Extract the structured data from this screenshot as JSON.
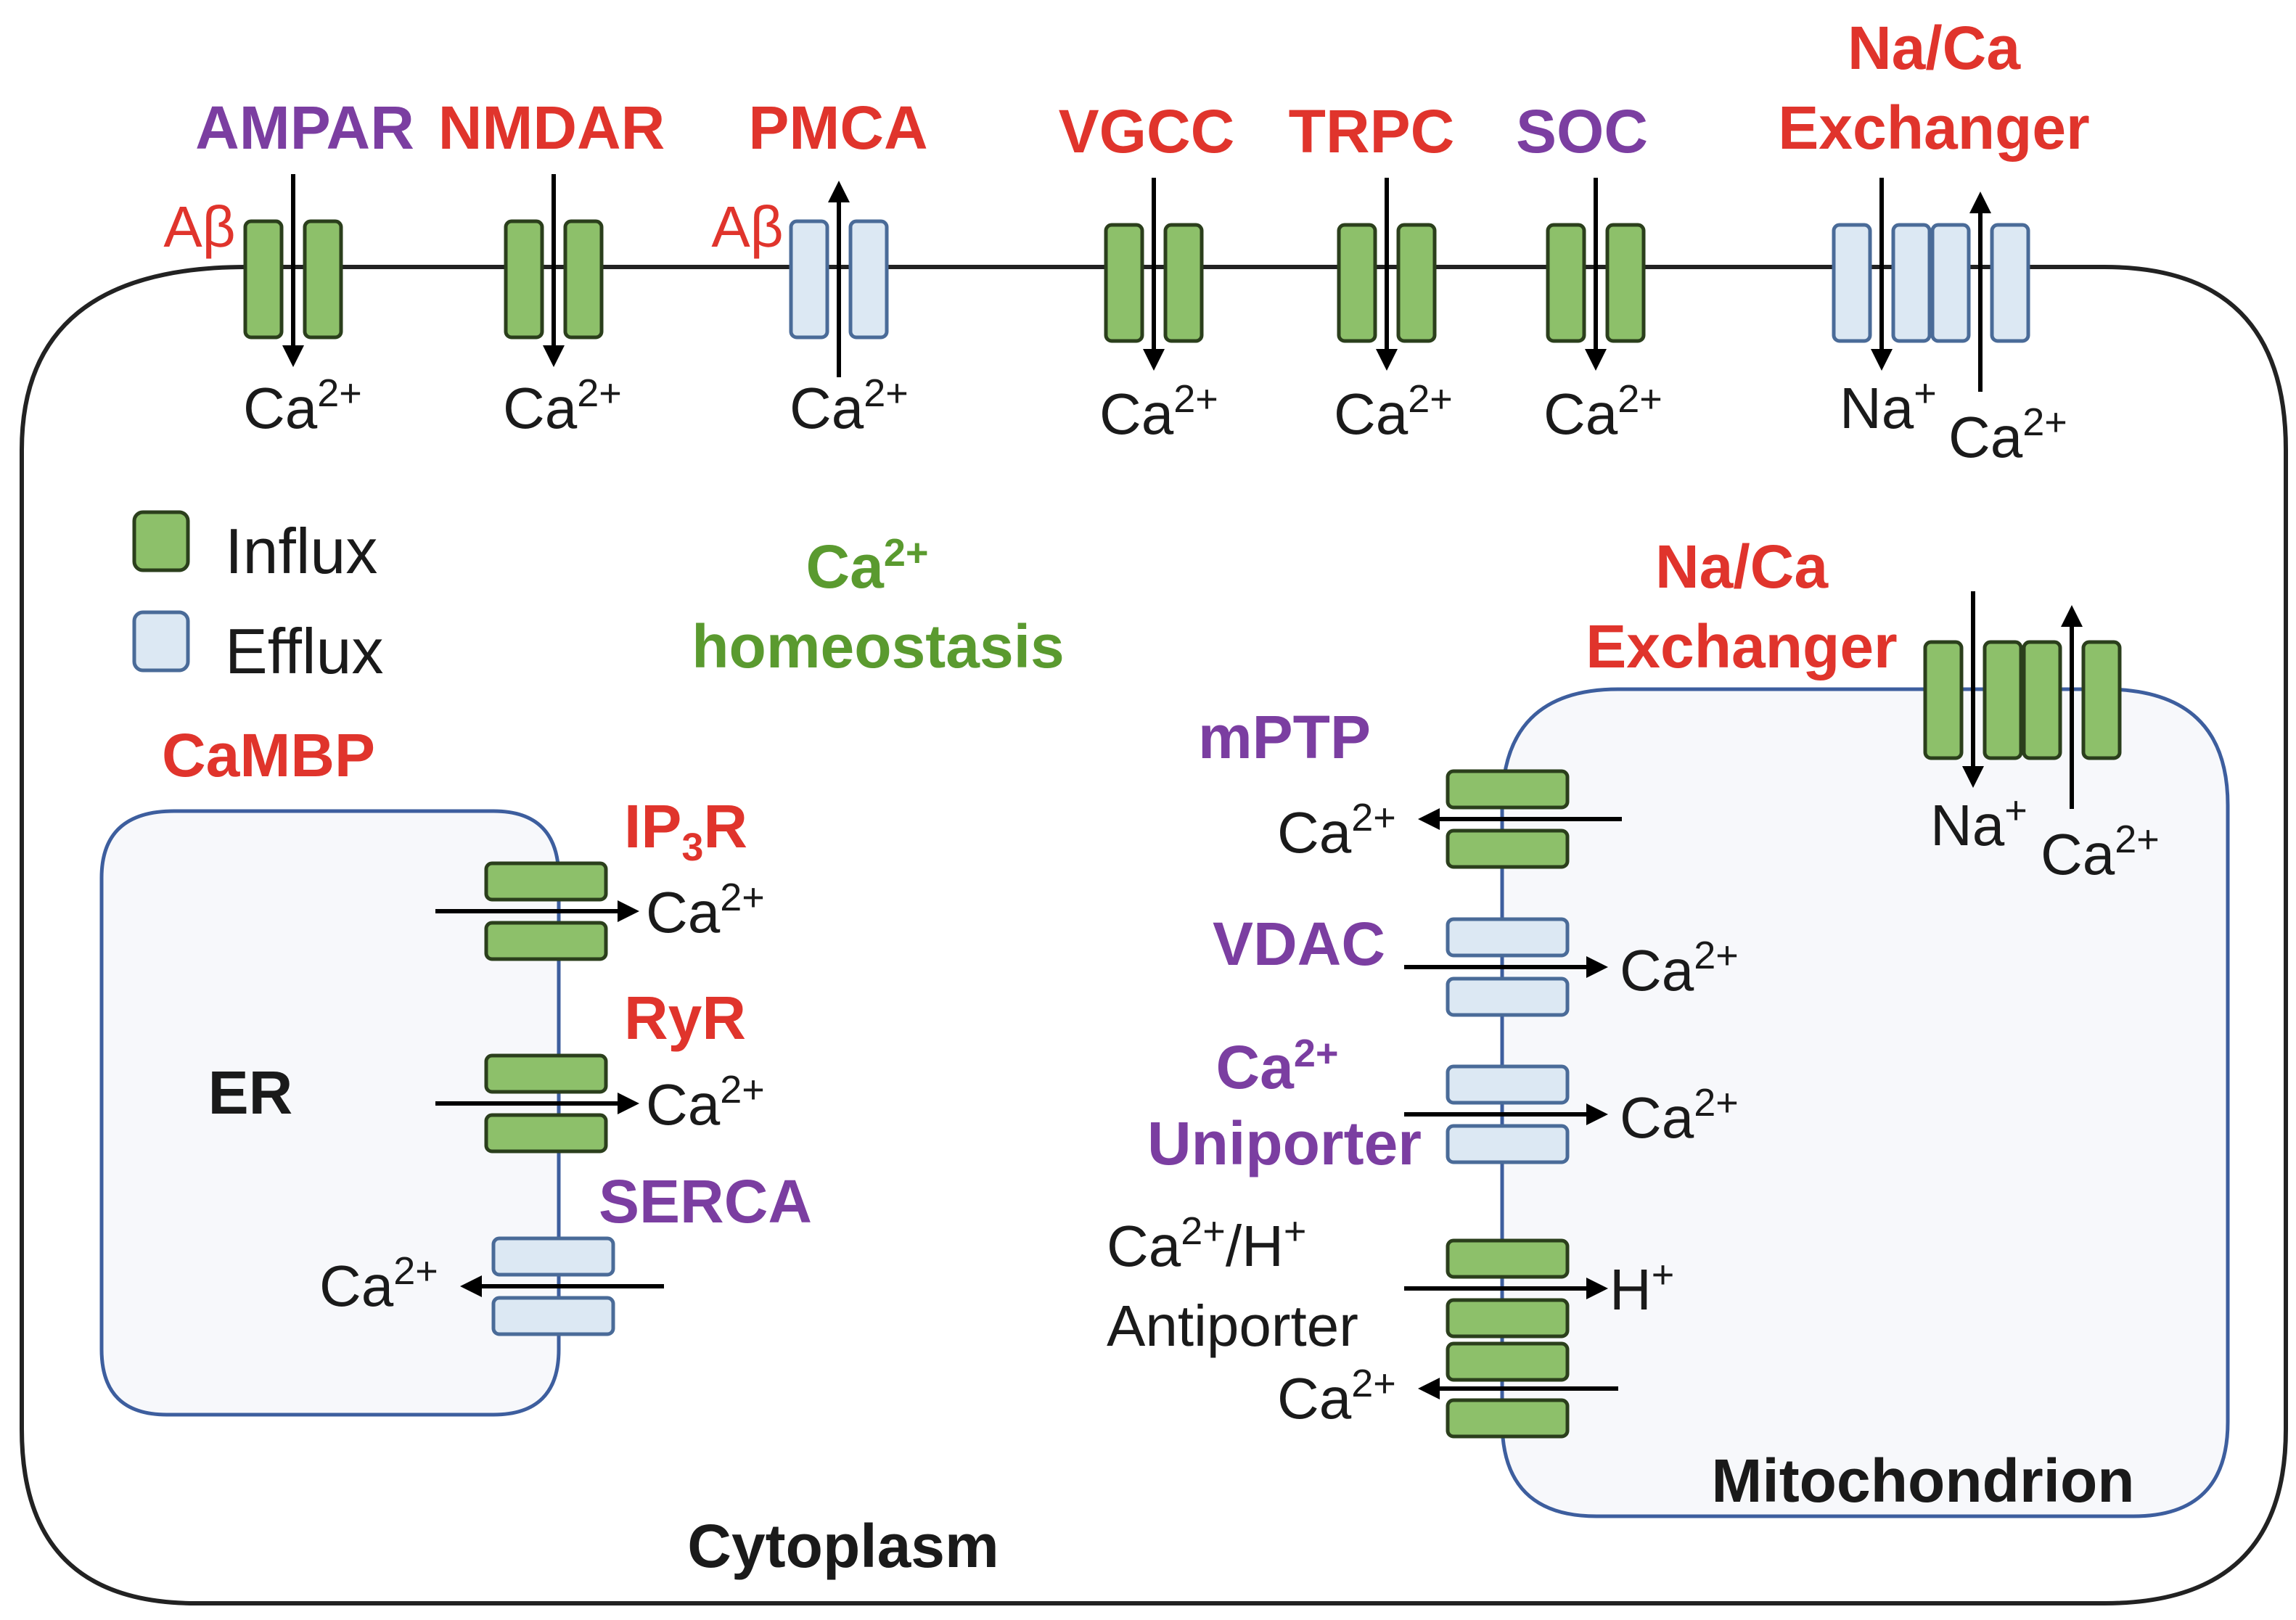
{
  "colors": {
    "red_label": "#e0342c",
    "purple_label": "#7b3ea1",
    "green_label": "#5a9a2f",
    "black_label": "#1a1a1a",
    "influx_fill": "#8dc06a",
    "efflux_fill": "#dce8f3",
    "organelle_border": "#3d5e9e",
    "cell_border": "#222222"
  },
  "plasma_membrane": {
    "channels": [
      {
        "name": "AMPAR",
        "color": "purple",
        "modulator": "Aβ",
        "ion": "Ca",
        "charge": "2+",
        "type": "influx"
      },
      {
        "name": "NMDAR",
        "color": "red",
        "ion": "Ca",
        "charge": "2+",
        "type": "influx"
      },
      {
        "name": "PMCA",
        "color": "red",
        "modulator": "Aβ",
        "ion": "Ca",
        "charge": "2+",
        "type": "efflux"
      },
      {
        "name": "VGCC",
        "color": "red",
        "ion": "Ca",
        "charge": "2+",
        "type": "influx"
      },
      {
        "name": "TRPC",
        "color": "red",
        "ion": "Ca",
        "charge": "2+",
        "type": "influx"
      },
      {
        "name": "SOC",
        "color": "purple",
        "ion": "Ca",
        "charge": "2+",
        "type": "influx"
      }
    ],
    "exchanger": {
      "name_line1": "Na/Ca",
      "name_line2": "Exchanger",
      "ion_in": "Na",
      "ion_in_charge": "+",
      "ion_out": "Ca",
      "ion_out_charge": "2+"
    }
  },
  "legend": {
    "influx": "Influx",
    "efflux": "Efflux"
  },
  "center_label": {
    "ion": "Ca",
    "charge": "2+",
    "text": "homeostasis"
  },
  "cambp": "CaMBP",
  "er": {
    "label": "ER",
    "ip3r_prefix": "IP",
    "ip3r_sub": "3",
    "ip3r_suffix": "R",
    "ryr": "RyR",
    "serca": "SERCA",
    "ion": "Ca",
    "charge": "2+"
  },
  "mitochondrion": {
    "label": "Mitochondrion",
    "exchanger_line1": "Na/Ca",
    "exchanger_line2": "Exchanger",
    "mptp": "mPTP",
    "vdac": "VDAC",
    "uniporter_line1_ion": "Ca",
    "uniporter_line1_charge": "2+",
    "uniporter_line2": "Uniporter",
    "antiporter_line1": "/H",
    "antiporter_line2": "Antiporter",
    "ion": "Ca",
    "charge": "2+",
    "na": "Na",
    "na_charge": "+",
    "h": "H",
    "h_charge": "+"
  },
  "cytoplasm": "Cytoplasm"
}
